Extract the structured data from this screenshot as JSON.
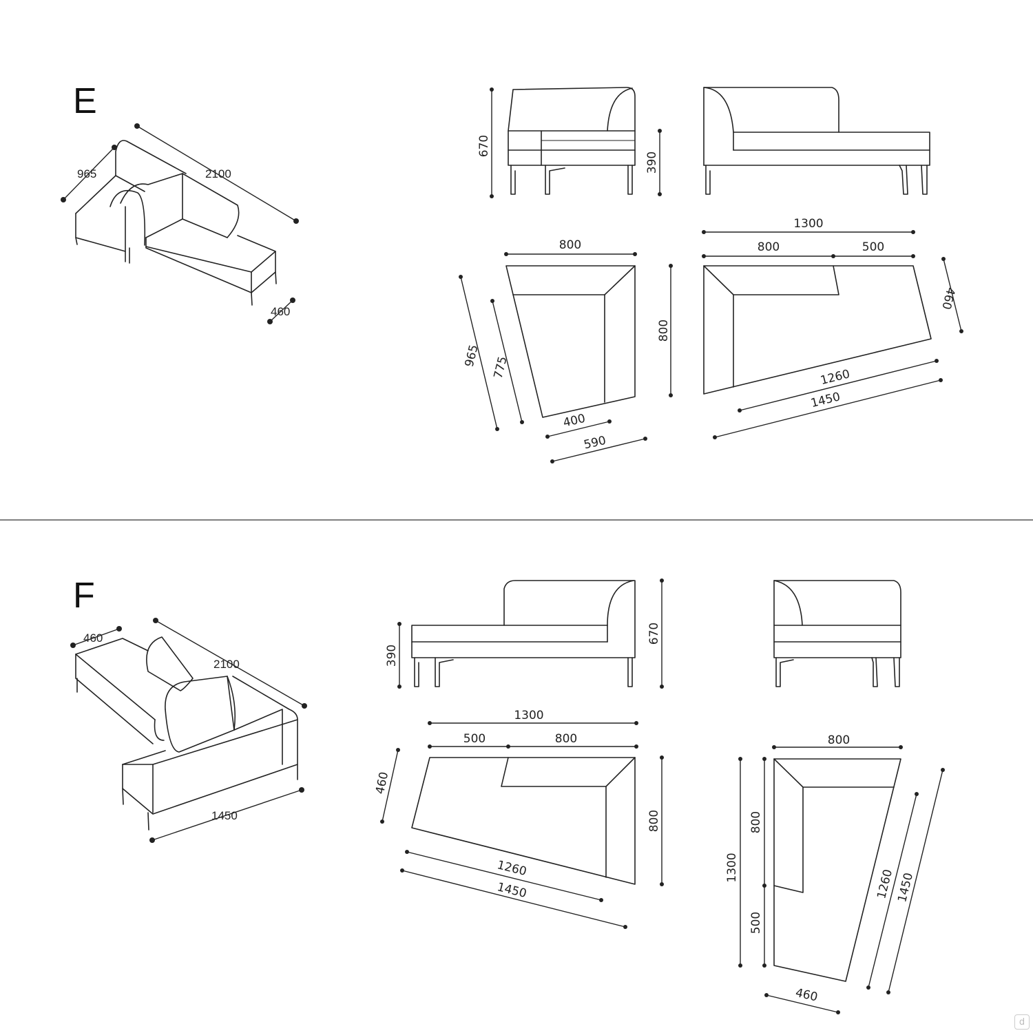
{
  "sections": [
    {
      "letter": "E",
      "iso": {
        "depth": "965",
        "length": "2100",
        "height_back": "460"
      },
      "front_view": {
        "height": "670",
        "seat_height": "390"
      },
      "plan_left": {
        "width": "800",
        "side_outer": "965",
        "side_inner": "775",
        "front_inner": "400",
        "front_outer": "590"
      },
      "plan_right": {
        "depth": "800",
        "total": "1300",
        "seat": "800",
        "back": "500",
        "end": "460",
        "front_inner": "1260",
        "front_outer": "1450"
      }
    },
    {
      "letter": "F",
      "iso": {
        "end": "460",
        "length": "2100",
        "front": "1450"
      },
      "side_view": {
        "seat_height": "390",
        "height": "670"
      },
      "plan_left": {
        "total": "1300",
        "back": "500",
        "seat": "800",
        "end": "460",
        "depth": "800",
        "front_inner": "1260",
        "front_outer": "1450"
      },
      "plan_right": {
        "width": "800",
        "total": "1300",
        "upper": "800",
        "lower": "500",
        "front_inner": "1260",
        "front_outer": "1450",
        "end": "460"
      }
    }
  ]
}
